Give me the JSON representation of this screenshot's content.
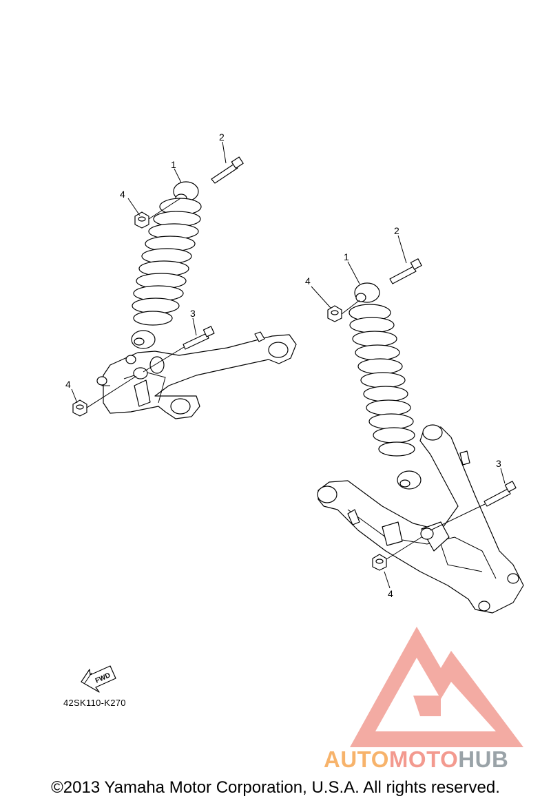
{
  "callouts": {
    "left": {
      "n1": "1",
      "n2": "2",
      "n3": "3",
      "n4a": "4",
      "n4b": "4"
    },
    "right": {
      "n1": "1",
      "n2": "2",
      "n3": "3",
      "n4a": "4",
      "n4b": "4"
    }
  },
  "fwd_label": "FWD",
  "diagram_code": "42SK110-K270",
  "watermark": {
    "part1": "AUTO",
    "part2": "MOTO",
    "part3": "HUB",
    "colors": {
      "logo": "#f2a39a",
      "auto": "#f7b36b",
      "moto": "#f39a8f",
      "hub": "#9aa3a8"
    }
  },
  "copyright": "©2013 Yamaha Motor Corporation, U.S.A. All rights reserved."
}
